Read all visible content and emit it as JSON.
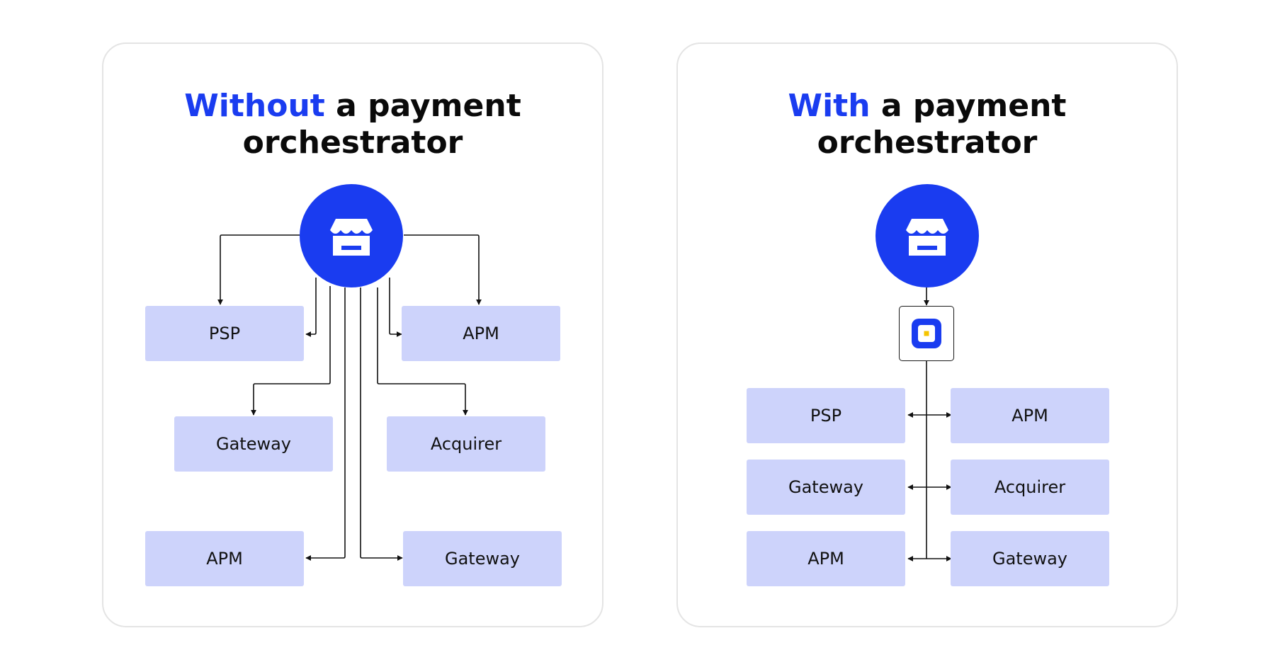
{
  "left": {
    "title_accent": "Without",
    "title_rest": "a payment",
    "title_line2": "orchestrator",
    "nodes": [
      "PSP",
      "APM",
      "Gateway",
      "Acquirer",
      "APM",
      "Gateway"
    ]
  },
  "right": {
    "title_accent": "With",
    "title_rest": "a payment",
    "title_line2": "orchestrator",
    "nodes": [
      "PSP",
      "APM",
      "Gateway",
      "Acquirer",
      "APM",
      "Gateway"
    ]
  },
  "icons": {
    "merchant": "storefront-icon",
    "orchestrator": "orchestrator-logo-icon"
  },
  "colors": {
    "accent": "#1a3cf0",
    "node_fill": "#cdd3fb",
    "orchestrator_dot": "#f5c400",
    "panel_border": "#e4e4e4"
  }
}
